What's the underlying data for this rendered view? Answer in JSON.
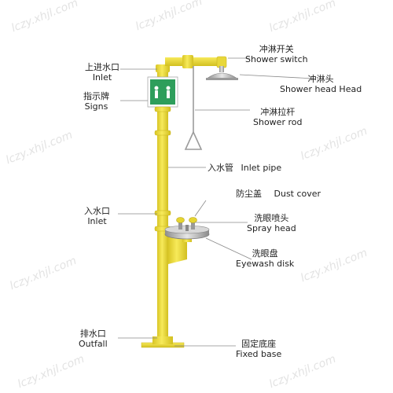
{
  "watermark": "lczy.xhjl.com",
  "colors": {
    "pipe": "#f3e13c",
    "pipe_edge": "#c9b51e",
    "metal": "#b8b8b8",
    "leader": "#8a8a8a"
  },
  "labels": {
    "inlet_top": {
      "zh": "上进水口",
      "en": "Inlet"
    },
    "signs": {
      "zh": "指示牌",
      "en": "Signs"
    },
    "inlet_side": {
      "zh": "入水口",
      "en": "Inlet"
    },
    "outfall": {
      "zh": "排水口",
      "en": "Outfall"
    },
    "shower_switch": {
      "zh": "冲淋开关",
      "en": "Shower switch"
    },
    "shower_head": {
      "zh": "冲淋头",
      "en": "Shower head Head"
    },
    "shower_rod": {
      "zh": "冲淋拉杆",
      "en": "Shower rod"
    },
    "inlet_pipe": {
      "zh": "入水管",
      "en": "Inlet pipe"
    },
    "dust_cover": {
      "zh": "防尘盖",
      "en": "Dust cover"
    },
    "spray_head": {
      "zh": "洗眼喷头",
      "en": "Spray head"
    },
    "eyewash_disk": {
      "zh": "洗眼盘",
      "en": "Eyewash disk"
    },
    "fixed_base": {
      "zh": "固定底座",
      "en": "Fixed base"
    }
  }
}
